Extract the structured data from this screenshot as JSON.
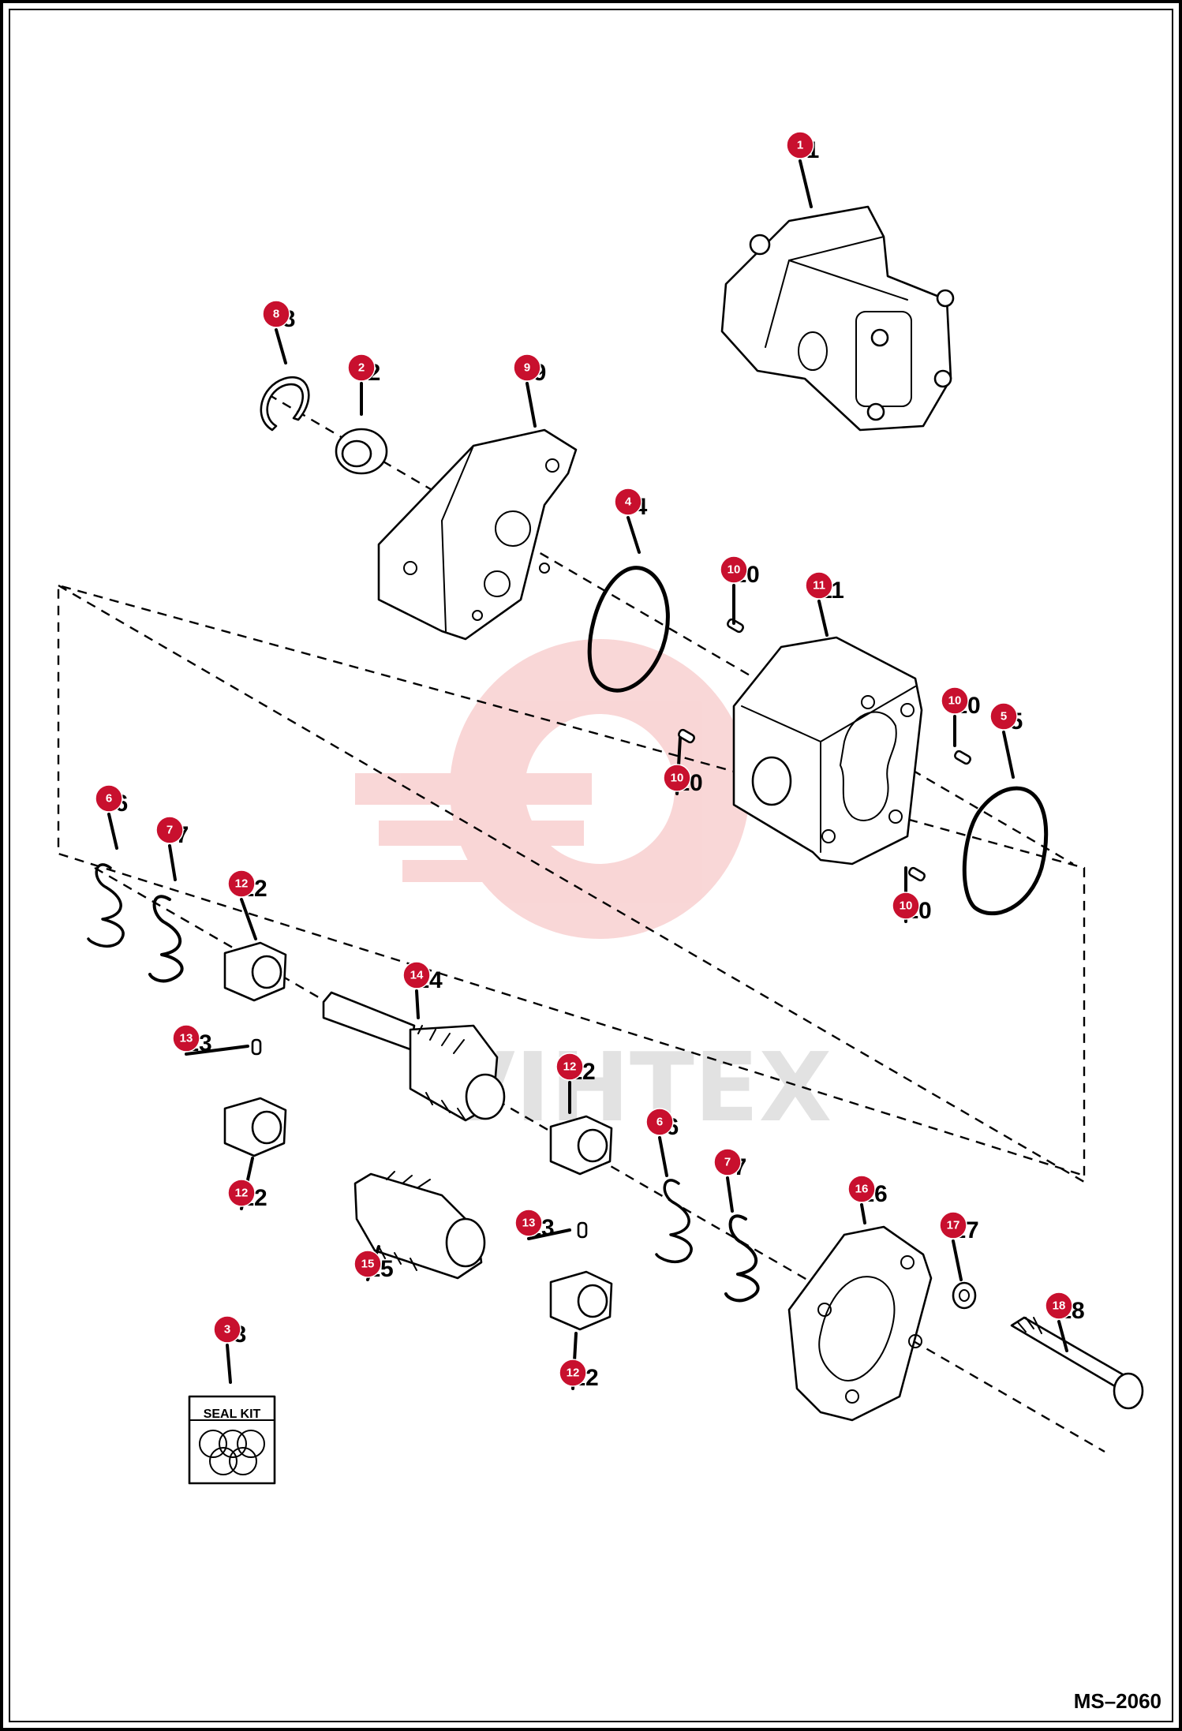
{
  "diagram": {
    "drawing_code": "MS–2060",
    "watermark_text": "VIHTEX",
    "seal_kit_label": "SEAL KIT",
    "callouts": [
      {
        "num": "1",
        "part": "gear-pump-assembly"
      },
      {
        "num": "8",
        "part": "retaining-ring"
      },
      {
        "num": "2",
        "part": "shaft-seal"
      },
      {
        "num": "9",
        "part": "front-flange-cover"
      },
      {
        "num": "4",
        "part": "o-ring-front"
      },
      {
        "num": "10",
        "part": "dowel-pin"
      },
      {
        "num": "11",
        "part": "pump-body"
      },
      {
        "num": "10",
        "part": "dowel-pin"
      },
      {
        "num": "5",
        "part": "o-ring-rear"
      },
      {
        "num": "10",
        "part": "dowel-pin"
      },
      {
        "num": "6",
        "part": "back-up-ring"
      },
      {
        "num": "7",
        "part": "seal-ring"
      },
      {
        "num": "12",
        "part": "bushing"
      },
      {
        "num": "10",
        "part": "dowel-pin"
      },
      {
        "num": "14",
        "part": "drive-gear-shaft"
      },
      {
        "num": "13",
        "part": "dowel"
      },
      {
        "num": "12",
        "part": "bushing"
      },
      {
        "num": "12",
        "part": "bushing"
      },
      {
        "num": "6",
        "part": "back-up-ring"
      },
      {
        "num": "7",
        "part": "seal-ring"
      },
      {
        "num": "16",
        "part": "rear-cover"
      },
      {
        "num": "17",
        "part": "washer"
      },
      {
        "num": "13",
        "part": "dowel"
      },
      {
        "num": "15",
        "part": "driven-gear"
      },
      {
        "num": "18",
        "part": "bolt"
      },
      {
        "num": "3",
        "part": "seal-kit"
      },
      {
        "num": "12",
        "part": "bushing"
      }
    ],
    "printed_numbers": [
      "1",
      "8",
      "2",
      "9",
      "4",
      "10",
      "11",
      "10",
      "5",
      "10",
      "6",
      "7",
      "12",
      "10",
      "14",
      "13",
      "12",
      "12",
      "6",
      "7",
      "16",
      "17",
      "13",
      "15",
      "18",
      "3",
      "12"
    ]
  }
}
